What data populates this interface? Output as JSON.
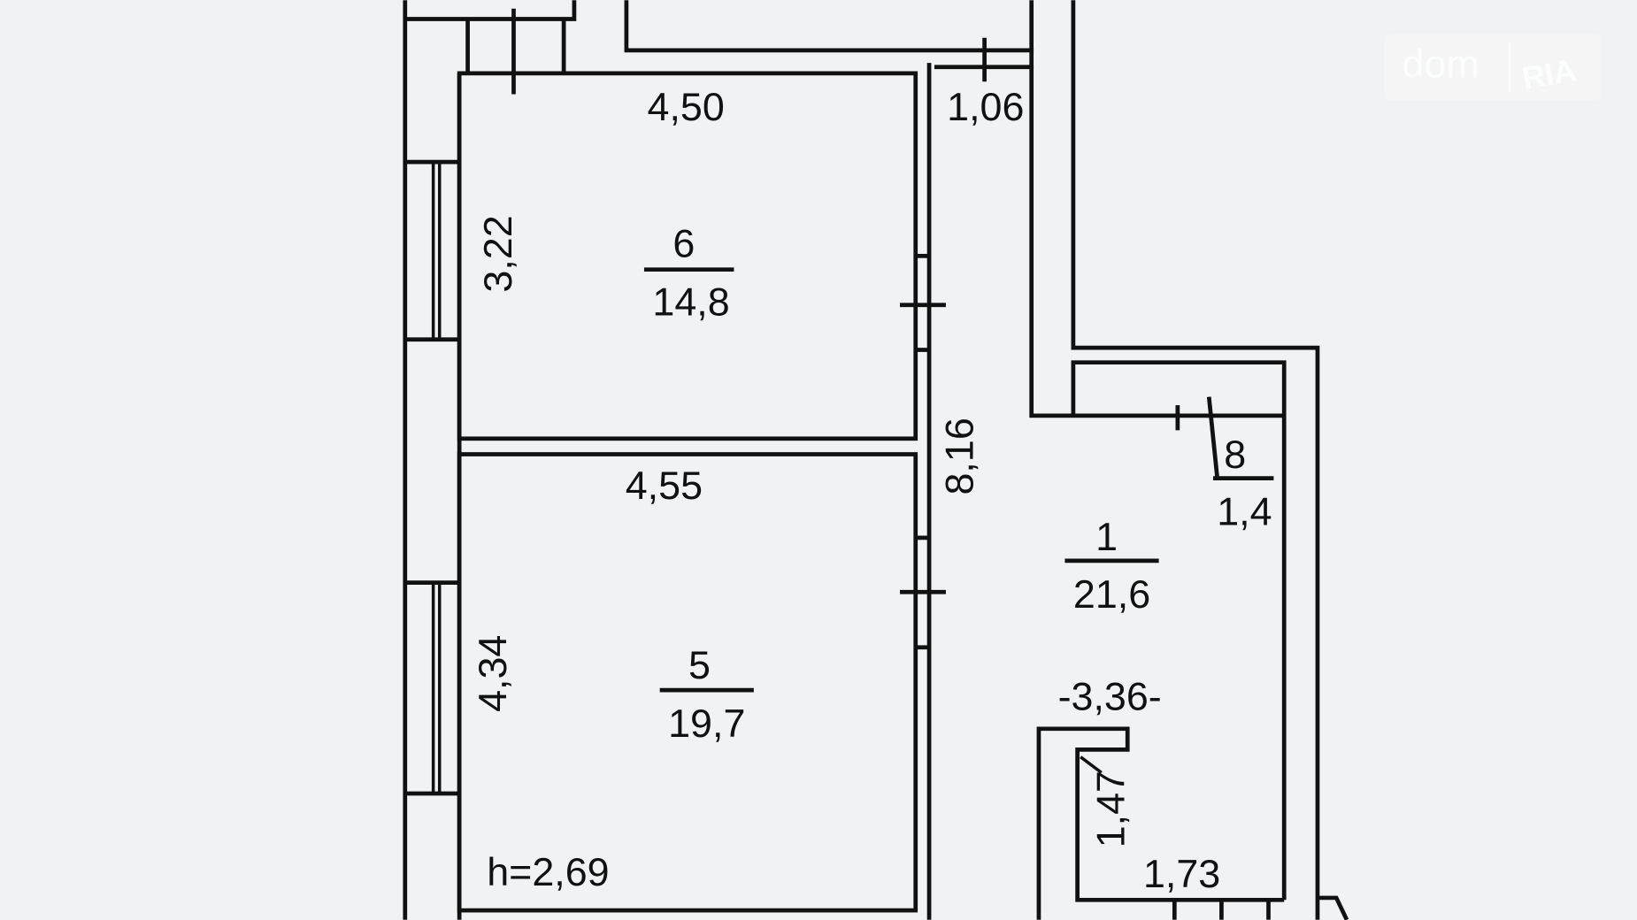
{
  "plan": {
    "rooms": [
      {
        "number": "6",
        "area": "14,8"
      },
      {
        "number": "5",
        "area": "19,7"
      },
      {
        "number": "1",
        "area": "21,6"
      },
      {
        "number": "8",
        "area": "1,4"
      }
    ],
    "dimensions": {
      "room6_width": "4,50",
      "room6_height": "3,22",
      "top_corridor": "1,06",
      "room5_width": "4,55",
      "room5_height": "4,34",
      "corridor_length": "8,16",
      "hall_width": "-3,36-",
      "bath_height": "1,47",
      "bath_width": "1,73",
      "ceiling_height": "h=2,69"
    }
  },
  "watermark": {
    "text": "dom",
    "badge": "RIA"
  }
}
